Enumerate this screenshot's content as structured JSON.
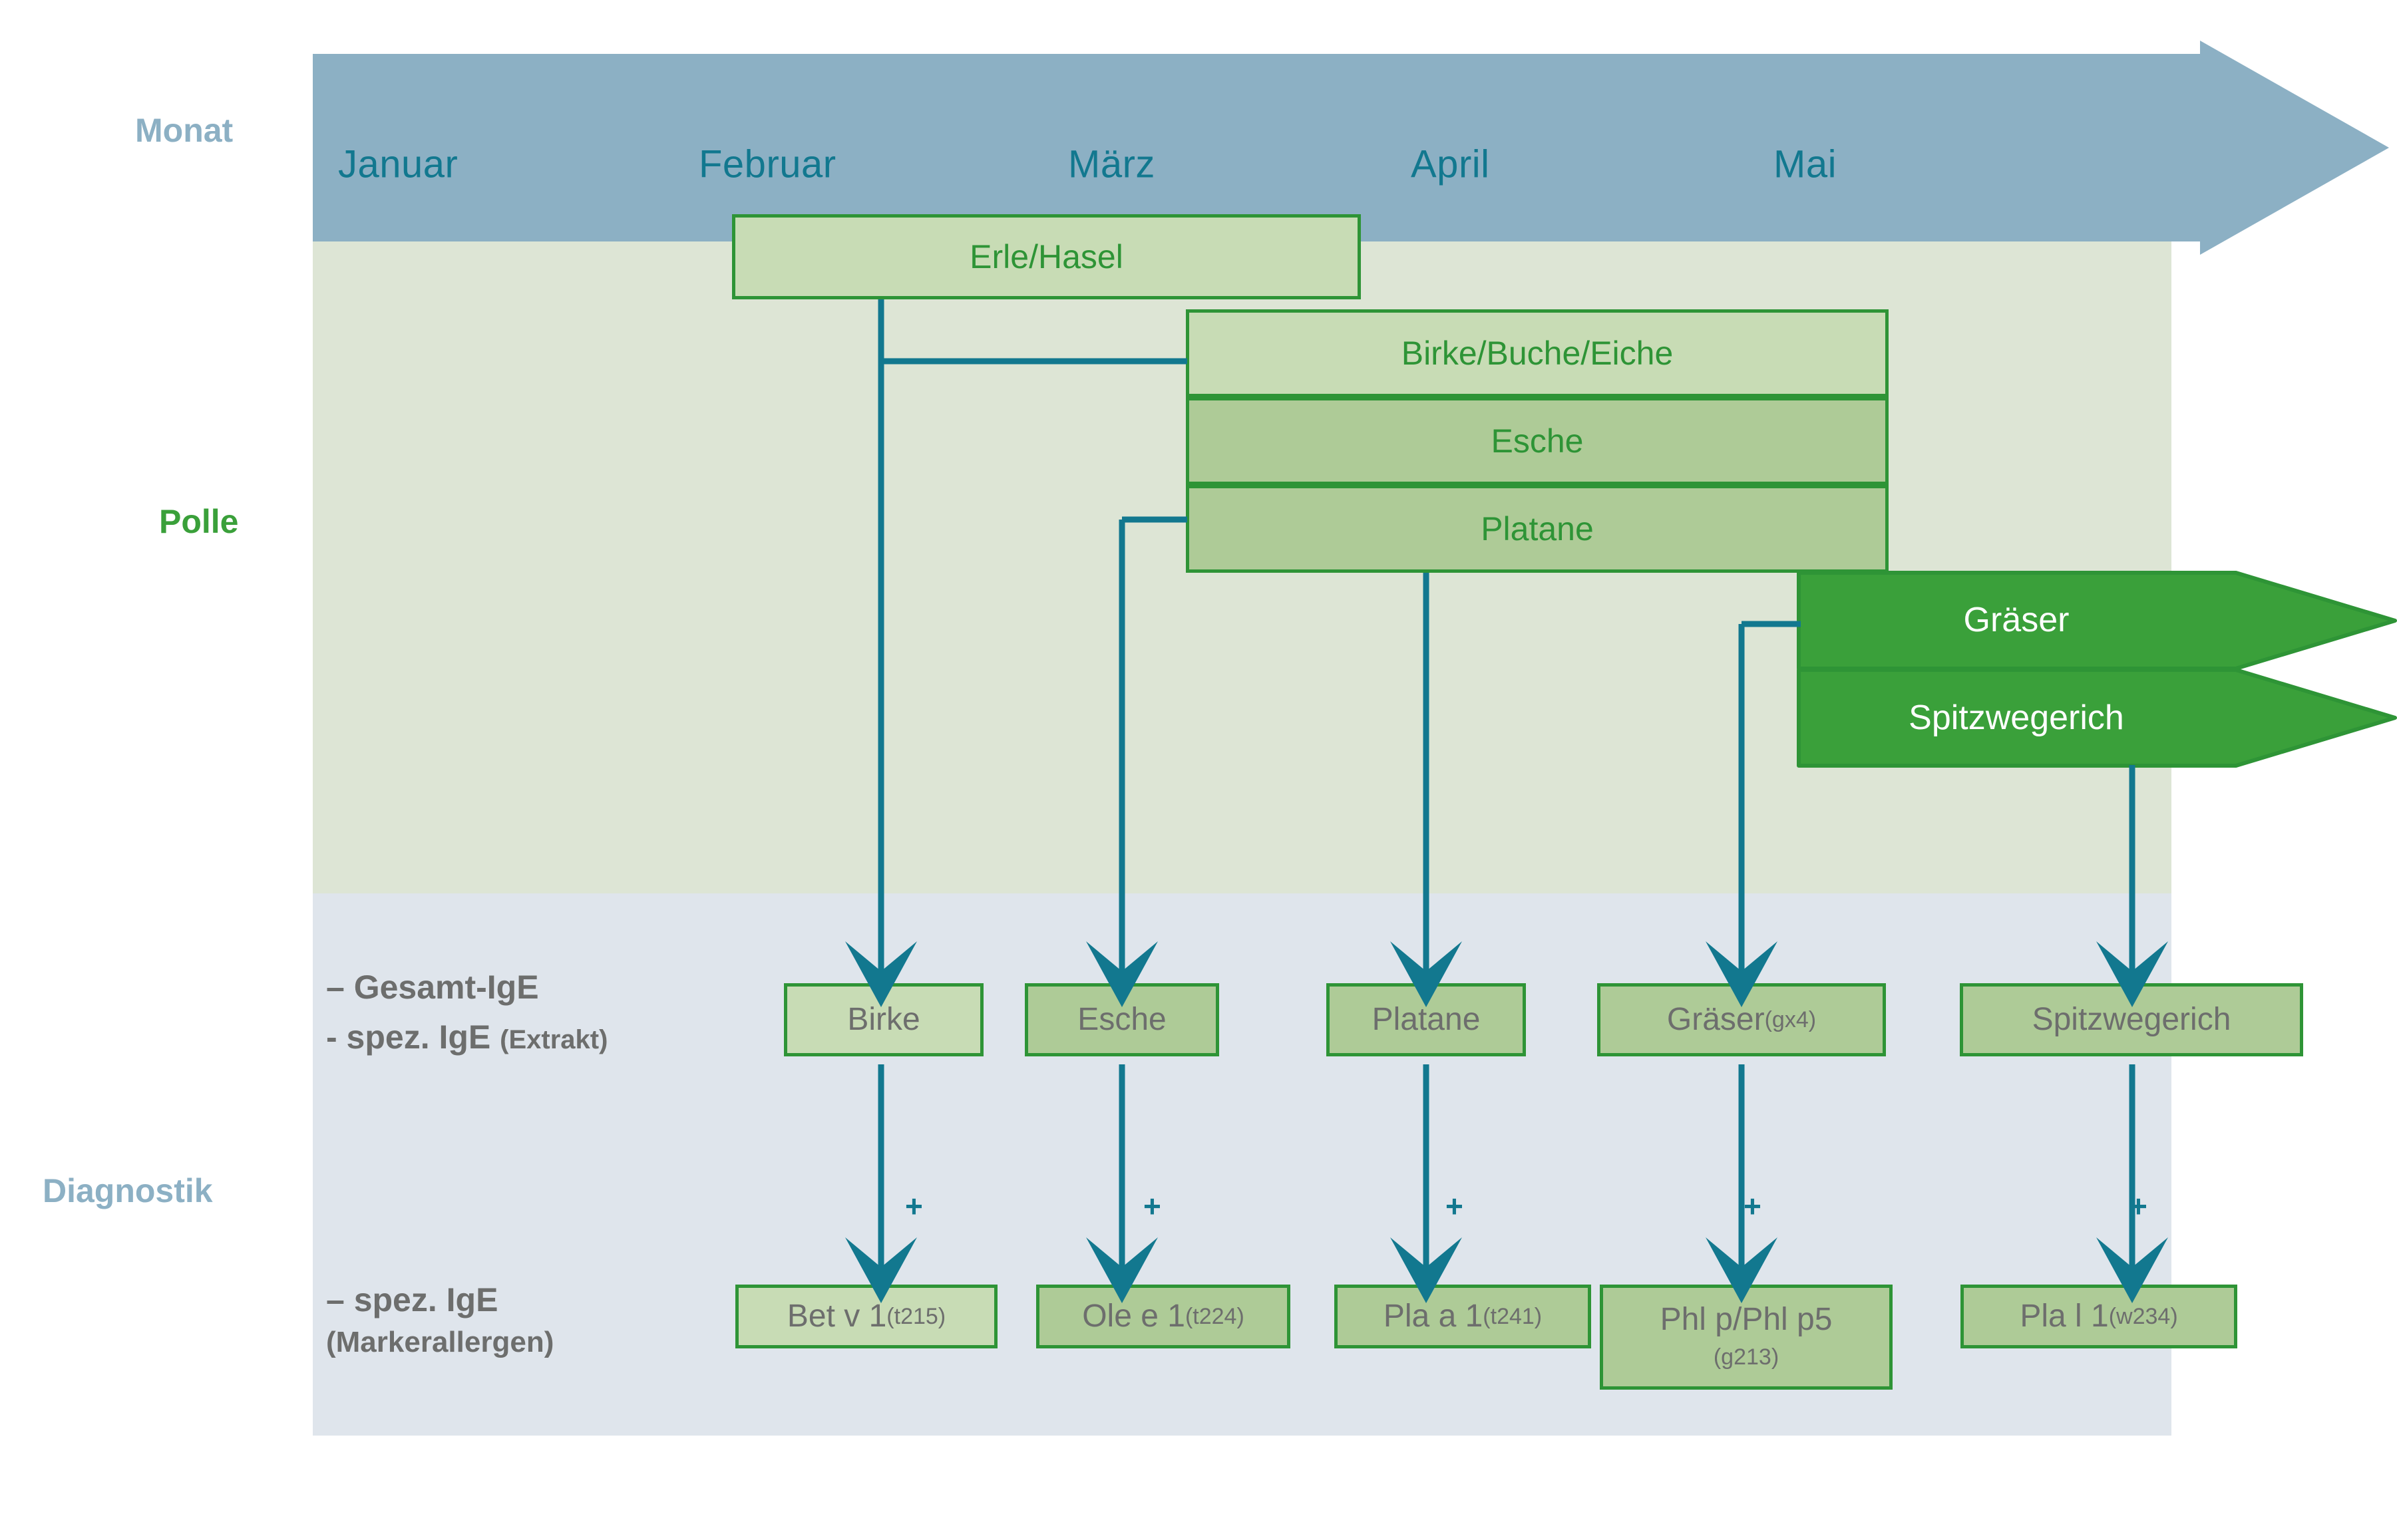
{
  "rows": {
    "month_label": "Monat",
    "pollen_label": "Polle",
    "diagnostics_label": "Diagnostik"
  },
  "months": [
    {
      "name": "Januar"
    },
    {
      "name": "Februar"
    },
    {
      "name": "März"
    },
    {
      "name": "April"
    },
    {
      "name": "Mai"
    }
  ],
  "pollen_bars": [
    {
      "label": "Erle/Hasel"
    },
    {
      "label": "Birke/Buche/Eiche"
    },
    {
      "label": "Esche"
    },
    {
      "label": "Platane"
    }
  ],
  "pollen_arrows": [
    {
      "label": "Gräser"
    },
    {
      "label": "Spitzwegerich"
    }
  ],
  "diagnostics": {
    "extract_caption_line1": "– Gesamt-IgE",
    "extract_caption_line2_main": "- spez. IgE ",
    "extract_caption_line2_sub": "(Extrakt)",
    "marker_caption_line1": "– spez. IgE",
    "marker_caption_line2": "(Markerallergen)",
    "extract_tests": [
      {
        "name": "Birke",
        "code": ""
      },
      {
        "name": "Esche",
        "code": ""
      },
      {
        "name": "Platane",
        "code": ""
      },
      {
        "name": "Gräser ",
        "code": "(gx4)"
      },
      {
        "name": "Spitzwegerich",
        "code": ""
      }
    ],
    "marker_tests": [
      {
        "name": "Bet v 1 ",
        "code": "(t215)"
      },
      {
        "name": "Ole e 1 ",
        "code": "(t224)"
      },
      {
        "name": "Pla a 1 ",
        "code": "(t241)"
      },
      {
        "name": "Phl p/Phl p5",
        "code": "(g213)"
      },
      {
        "name": "Pla l 1 ",
        "code": "(w234)"
      }
    ],
    "plus_symbol": "+"
  },
  "colors": {
    "month_band": "#8cb0c4",
    "month_text": "#12788f",
    "pollen_band": "#dde5d5",
    "diag_band": "#dfe5ec",
    "box_border": "#2e9436",
    "box_fill_light": "#c8dcb5",
    "box_fill_mid": "#aecb97",
    "arrow_green": "#3aa03a",
    "connector": "#12788f",
    "grey_text": "#6d6e6d",
    "blue_grey_text": "#8cb0c4"
  }
}
